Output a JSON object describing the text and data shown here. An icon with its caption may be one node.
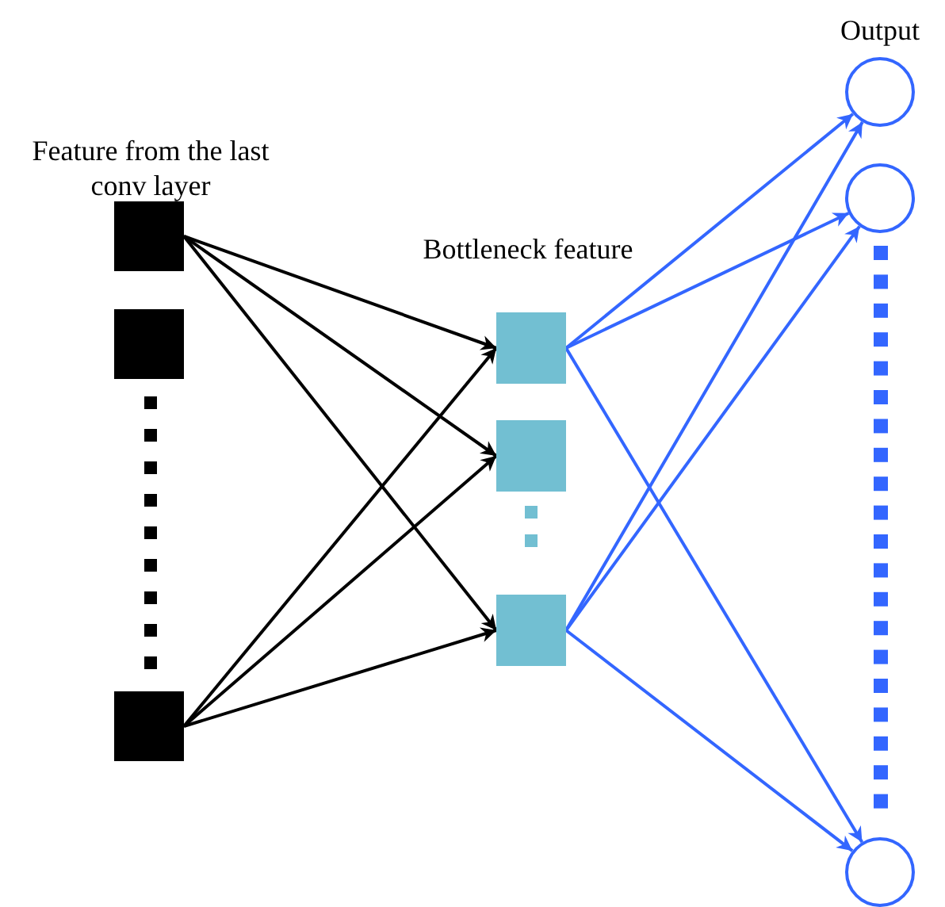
{
  "diagram": {
    "nodes": [
      {
        "text": [],
        "shape": "box"
      },
      {
        "text": [],
        "shape": "box"
      },
      {
        "text": [],
        "shape": "box"
      },
      {
        "text": [],
        "shape": "box"
      },
      {
        "text": [],
        "shape": "box"
      },
      {
        "text": [],
        "shape": "box"
      },
      {
        "text": [],
        "shape": "circle"
      },
      {
        "text": [],
        "shape": "circle"
      },
      {
        "text": [],
        "shape": "circle"
      }
    ],
    "edges": [
      {
        "from": 0,
        "to": 3,
        "arrow": "to"
      },
      {
        "from": 0,
        "to": 4,
        "arrow": "to"
      },
      {
        "from": 0,
        "to": 5,
        "arrow": "to"
      },
      {
        "from": 2,
        "to": 3,
        "arrow": "to"
      },
      {
        "from": 2,
        "to": 4,
        "arrow": "to"
      },
      {
        "from": 2,
        "to": 5,
        "arrow": "to"
      },
      {
        "from": 3,
        "to": 6,
        "arrow": "to",
        "color": "#3366ff"
      },
      {
        "from": 3,
        "to": 7,
        "arrow": "to",
        "color": "#3366ff"
      },
      {
        "from": 3,
        "to": 8,
        "arrow": "to",
        "color": "#3366ff"
      },
      {
        "from": 5,
        "to": 6,
        "arrow": "to",
        "color": "#3366ff"
      },
      {
        "from": 5,
        "to": 7,
        "arrow": "to",
        "color": "#3366ff"
      },
      {
        "from": 5,
        "to": 8,
        "arrow": "to",
        "color": "#3366ff"
      }
    ],
    "labels": [
      "Feature from the last conv layer",
      "Bottleneck feature",
      "Output"
    ]
  }
}
